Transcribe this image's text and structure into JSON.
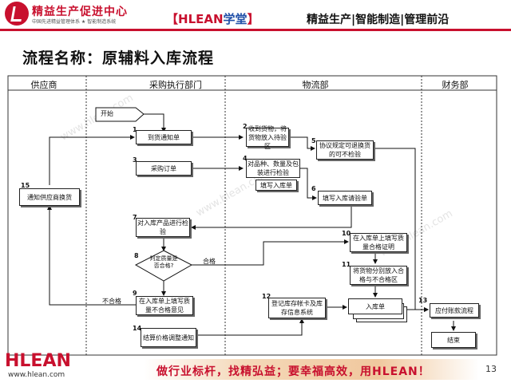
{
  "header": {
    "logo_title": "精益生产促进中心",
    "logo_subtitle": "中国先进精益管理体系 ★ 智能制造系统",
    "brand_left": "【",
    "brand_main": "HLEAN",
    "brand_cn": "学堂",
    "brand_right": "】",
    "tagline": "精益生产|智能制造|管理前沿"
  },
  "flow_title": "流程名称：原辅料入库流程",
  "lanes": [
    "供应商",
    "采购执行部门",
    "物流部",
    "财务部"
  ],
  "nodes": {
    "start": "开始",
    "n1": "到货通知单",
    "n2": "收到货物，将货物放入待验区",
    "n3": "采购订单",
    "n4": "对品种、数量及包装进行检验",
    "n4b": "填写入库单",
    "n5": "协议规定可退换货的可不检验",
    "n6": "填写入库请验单",
    "n7": "对入库产品进行检验",
    "n8": "判定质量是否合格?",
    "n9": "在入库单上填写质量不合格意见",
    "n10": "在入库单上填写质量合格证明",
    "n11": "将货物分别放入合格与不合格区",
    "n12": "登记库存帐卡及库存信息系统",
    "n_doc": "入库单",
    "n13": "应付账款流程",
    "n14": "结算价格调整通知",
    "n15": "通知供应商换货",
    "end": "结束"
  },
  "numbers": {
    "n1": "1",
    "n2": "2",
    "n3": "3",
    "n4": "4",
    "n5": "5",
    "n6": "6",
    "n7": "7",
    "n8": "8",
    "n9": "9",
    "n10": "10",
    "n11": "11",
    "n12": "12",
    "n13": "13",
    "n14": "14",
    "n15": "15"
  },
  "edge_labels": {
    "pass": "合格",
    "fail": "不合格"
  },
  "watermark": "www.hlean.com",
  "footer": {
    "logo": "HLEAN",
    "url": "www.hlean.com",
    "slogan": "做行业标杆，找精弘益；要幸福高效，用HLEAN！",
    "page": "13"
  },
  "colors": {
    "brand_red": "#c8102e",
    "brand_blue": "#1f4fa8"
  }
}
